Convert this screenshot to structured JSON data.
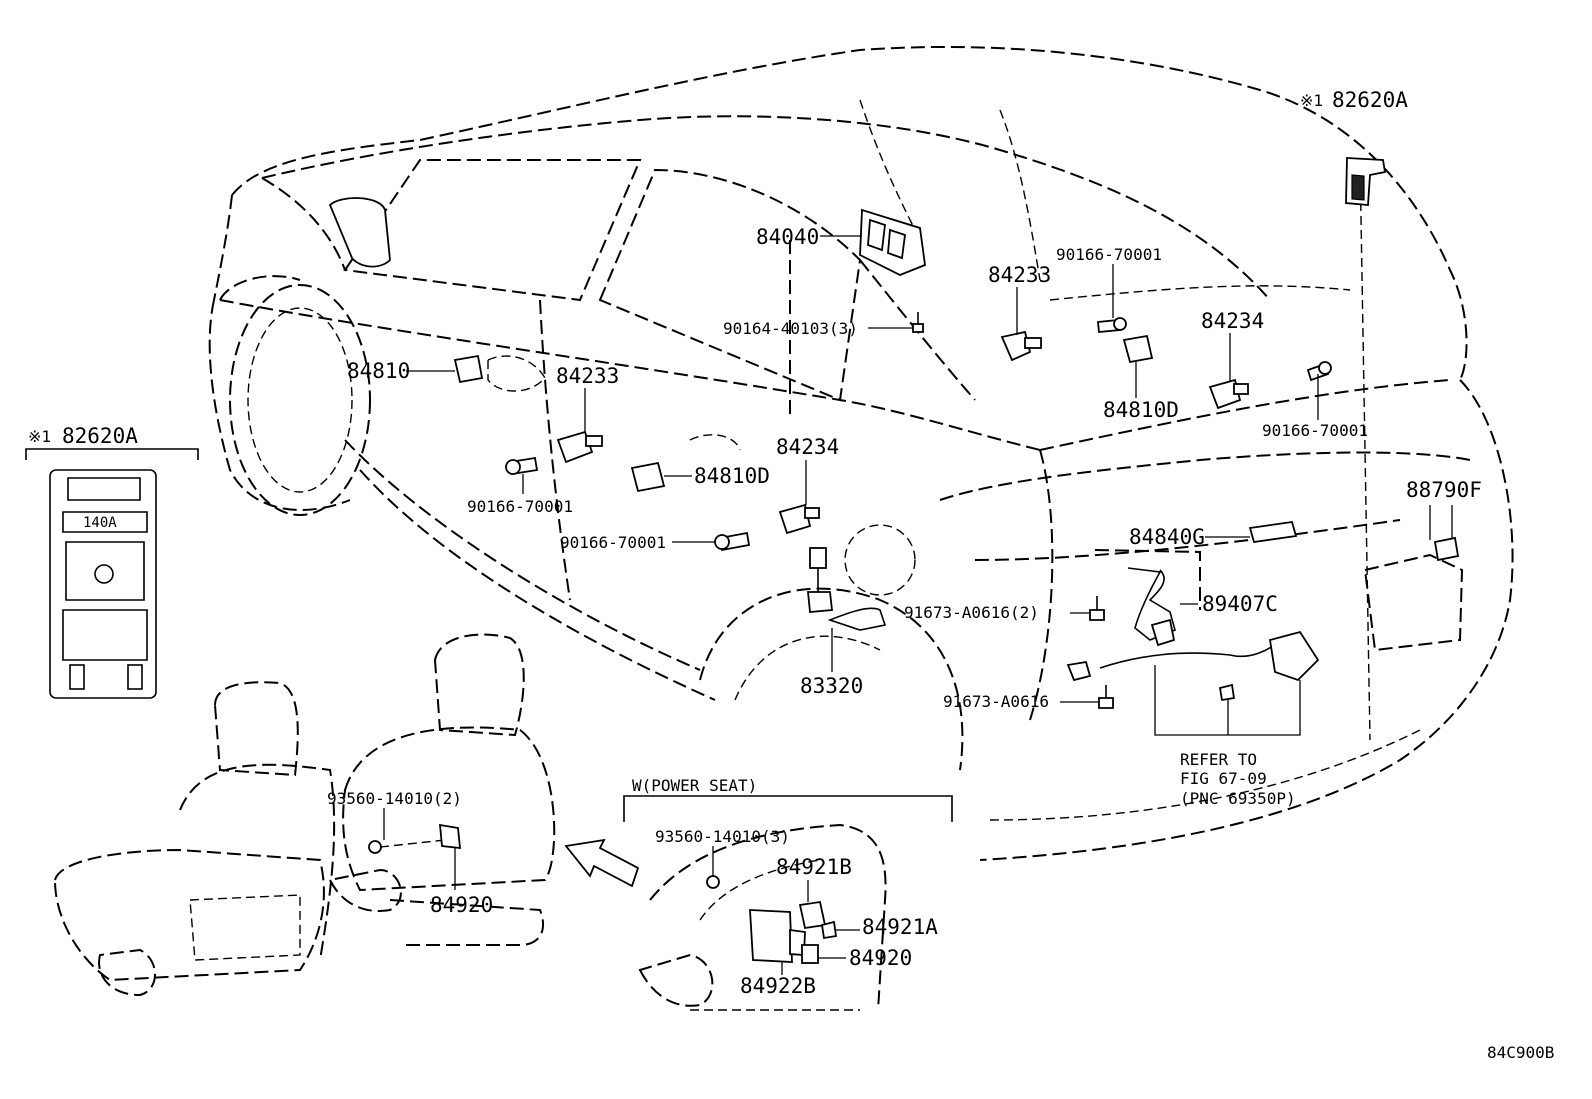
{
  "diagram_id": "84C900B",
  "fuse_inset": {
    "marker": "※1",
    "part_number": "82620A",
    "fuse_rating": "140A"
  },
  "power_seat_inset": {
    "title": "W(POWER SEAT)"
  },
  "callouts": {
    "top_right_marker": "※1",
    "top_right_part": "82620A",
    "p84040": "84040",
    "p90166_top": "90166-70001",
    "p84233_right": "84233",
    "p90164": "90164-40103(3)",
    "p84234_right": "84234",
    "p84810": "84810",
    "p84233_left": "84233",
    "p84810D_right": "84810D",
    "p90166_right": "90166-70001",
    "p84234_left": "84234",
    "p84810D_left": "84810D",
    "p90166_left": "90166-70001",
    "p88790F": "88790F",
    "p90166_lower": "90166-70001",
    "p84840G": "84840G",
    "p91673_2": "91673-A0616(2)",
    "p89407C": "89407C",
    "p83320": "83320",
    "p91673": "91673-A0616",
    "refer_line1": "REFER TO",
    "refer_line2": "FIG 67-09",
    "refer_line3": "(PNC 69350P)",
    "p93560_2": "93560-14010(2)",
    "p84920_left": "84920",
    "p93560_3": "93560-14010(3)",
    "p84921B": "84921B",
    "p84921A": "84921A",
    "p84920_right": "84920",
    "p84922B": "84922B"
  }
}
